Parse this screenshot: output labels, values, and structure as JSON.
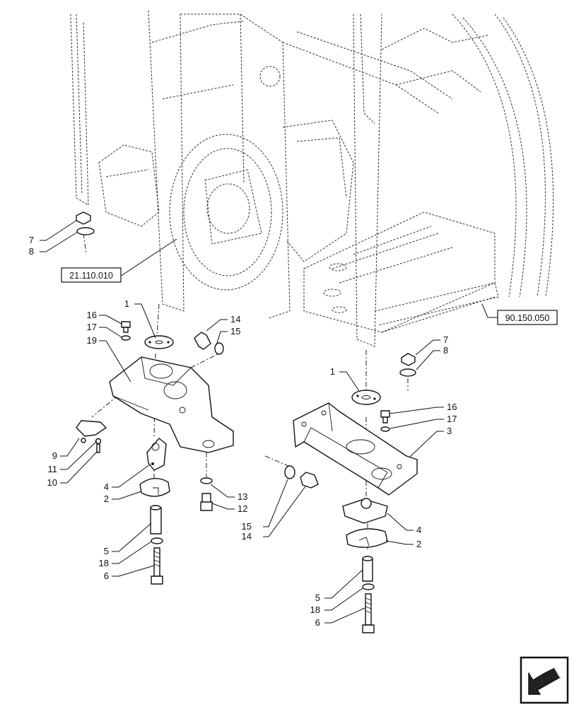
{
  "references": {
    "ref_left": "21.110.010",
    "ref_right": "90.150.050"
  },
  "callouts": {
    "c7a": "7",
    "c8a": "8",
    "c1a": "1",
    "c16a": "16",
    "c17a": "17",
    "c19": "19",
    "c14a": "14",
    "c15a": "15",
    "c9": "9",
    "c11": "11",
    "c10": "10",
    "c4a": "4",
    "c2a": "2",
    "c13": "13",
    "c12": "12",
    "c5a": "5",
    "c18a": "18",
    "c6a": "6",
    "c7b": "7",
    "c8b": "8",
    "c1b": "1",
    "c16b": "16",
    "c17b": "17",
    "c3": "3",
    "c15b": "15",
    "c14b": "14",
    "c4b": "4",
    "c2b": "2",
    "c5b": "5",
    "c18b": "18",
    "c6b": "6"
  },
  "icons": {
    "nav": "next-page-arrow-icon"
  }
}
